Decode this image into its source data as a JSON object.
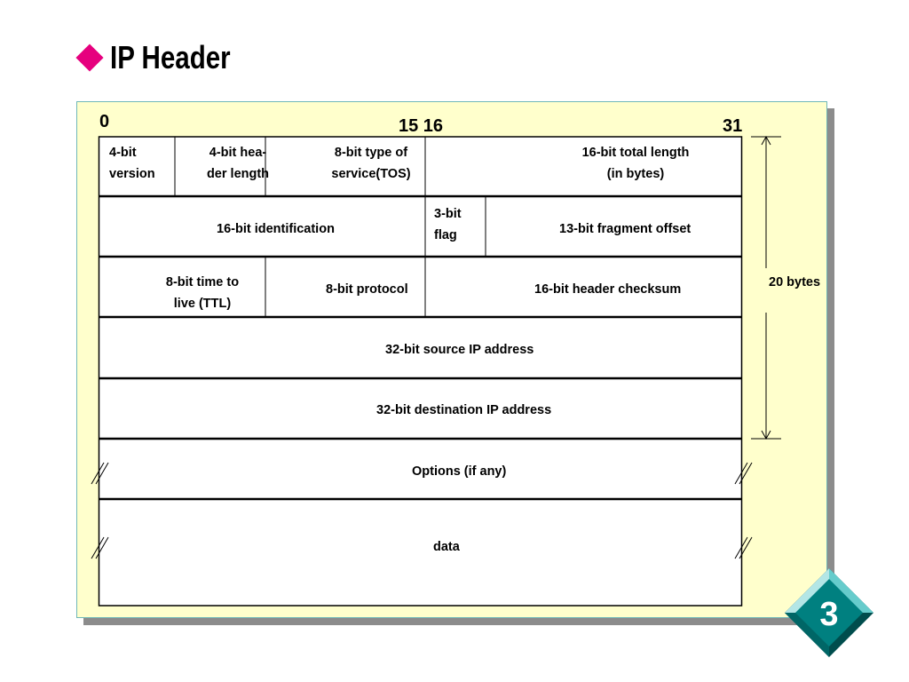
{
  "slide": {
    "title": "IP Header",
    "page_number": "3"
  },
  "bits": {
    "start": "0",
    "mid": "15 16",
    "end": "31"
  },
  "fields": {
    "version": [
      "4-bit",
      "version"
    ],
    "header_length": [
      "4-bit hea-",
      "der length"
    ],
    "tos": [
      "8-bit type of",
      "service(TOS)"
    ],
    "total_length": [
      "16-bit total length",
      "(in bytes)"
    ],
    "identification": "16-bit identification",
    "flags": [
      "3-bit",
      "flag"
    ],
    "fragment_offset": "13-bit fragment offset",
    "ttl": [
      "8-bit time to",
      "live (TTL)"
    ],
    "protocol": "8-bit protocol",
    "checksum": "16-bit header checksum",
    "source_ip": "32-bit source IP address",
    "destination_ip": "32-bit destination IP address",
    "options": "Options (if any)",
    "data": "data"
  },
  "size_label": "20 bytes",
  "colors": {
    "panel": "#ffffcc",
    "accent": "#e6007e",
    "badge": "#008080"
  }
}
